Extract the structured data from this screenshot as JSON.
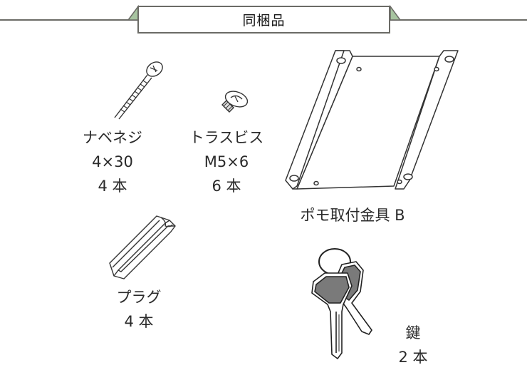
{
  "header": {
    "title": "同梱品",
    "accent_color": "#a7c4a0",
    "line_color": "#6b6b66"
  },
  "items": [
    {
      "id": "pan-head-screw",
      "icon": "screw-icon",
      "name": "ナベネジ",
      "spec": "4×30",
      "qty": "4 本"
    },
    {
      "id": "truss-screw",
      "icon": "truss-screw-icon",
      "name": "トラスビス",
      "spec": "M5×6",
      "qty": "6 本"
    },
    {
      "id": "mounting-bracket",
      "icon": "bracket-icon",
      "name": "ポモ取付金具 B"
    },
    {
      "id": "wall-plug",
      "icon": "plug-icon",
      "name": "プラグ",
      "qty": "4 本"
    },
    {
      "id": "keys",
      "icon": "key-icon",
      "name": "鍵",
      "qty": "2 本",
      "key_color": "#7a7a7a"
    }
  ]
}
